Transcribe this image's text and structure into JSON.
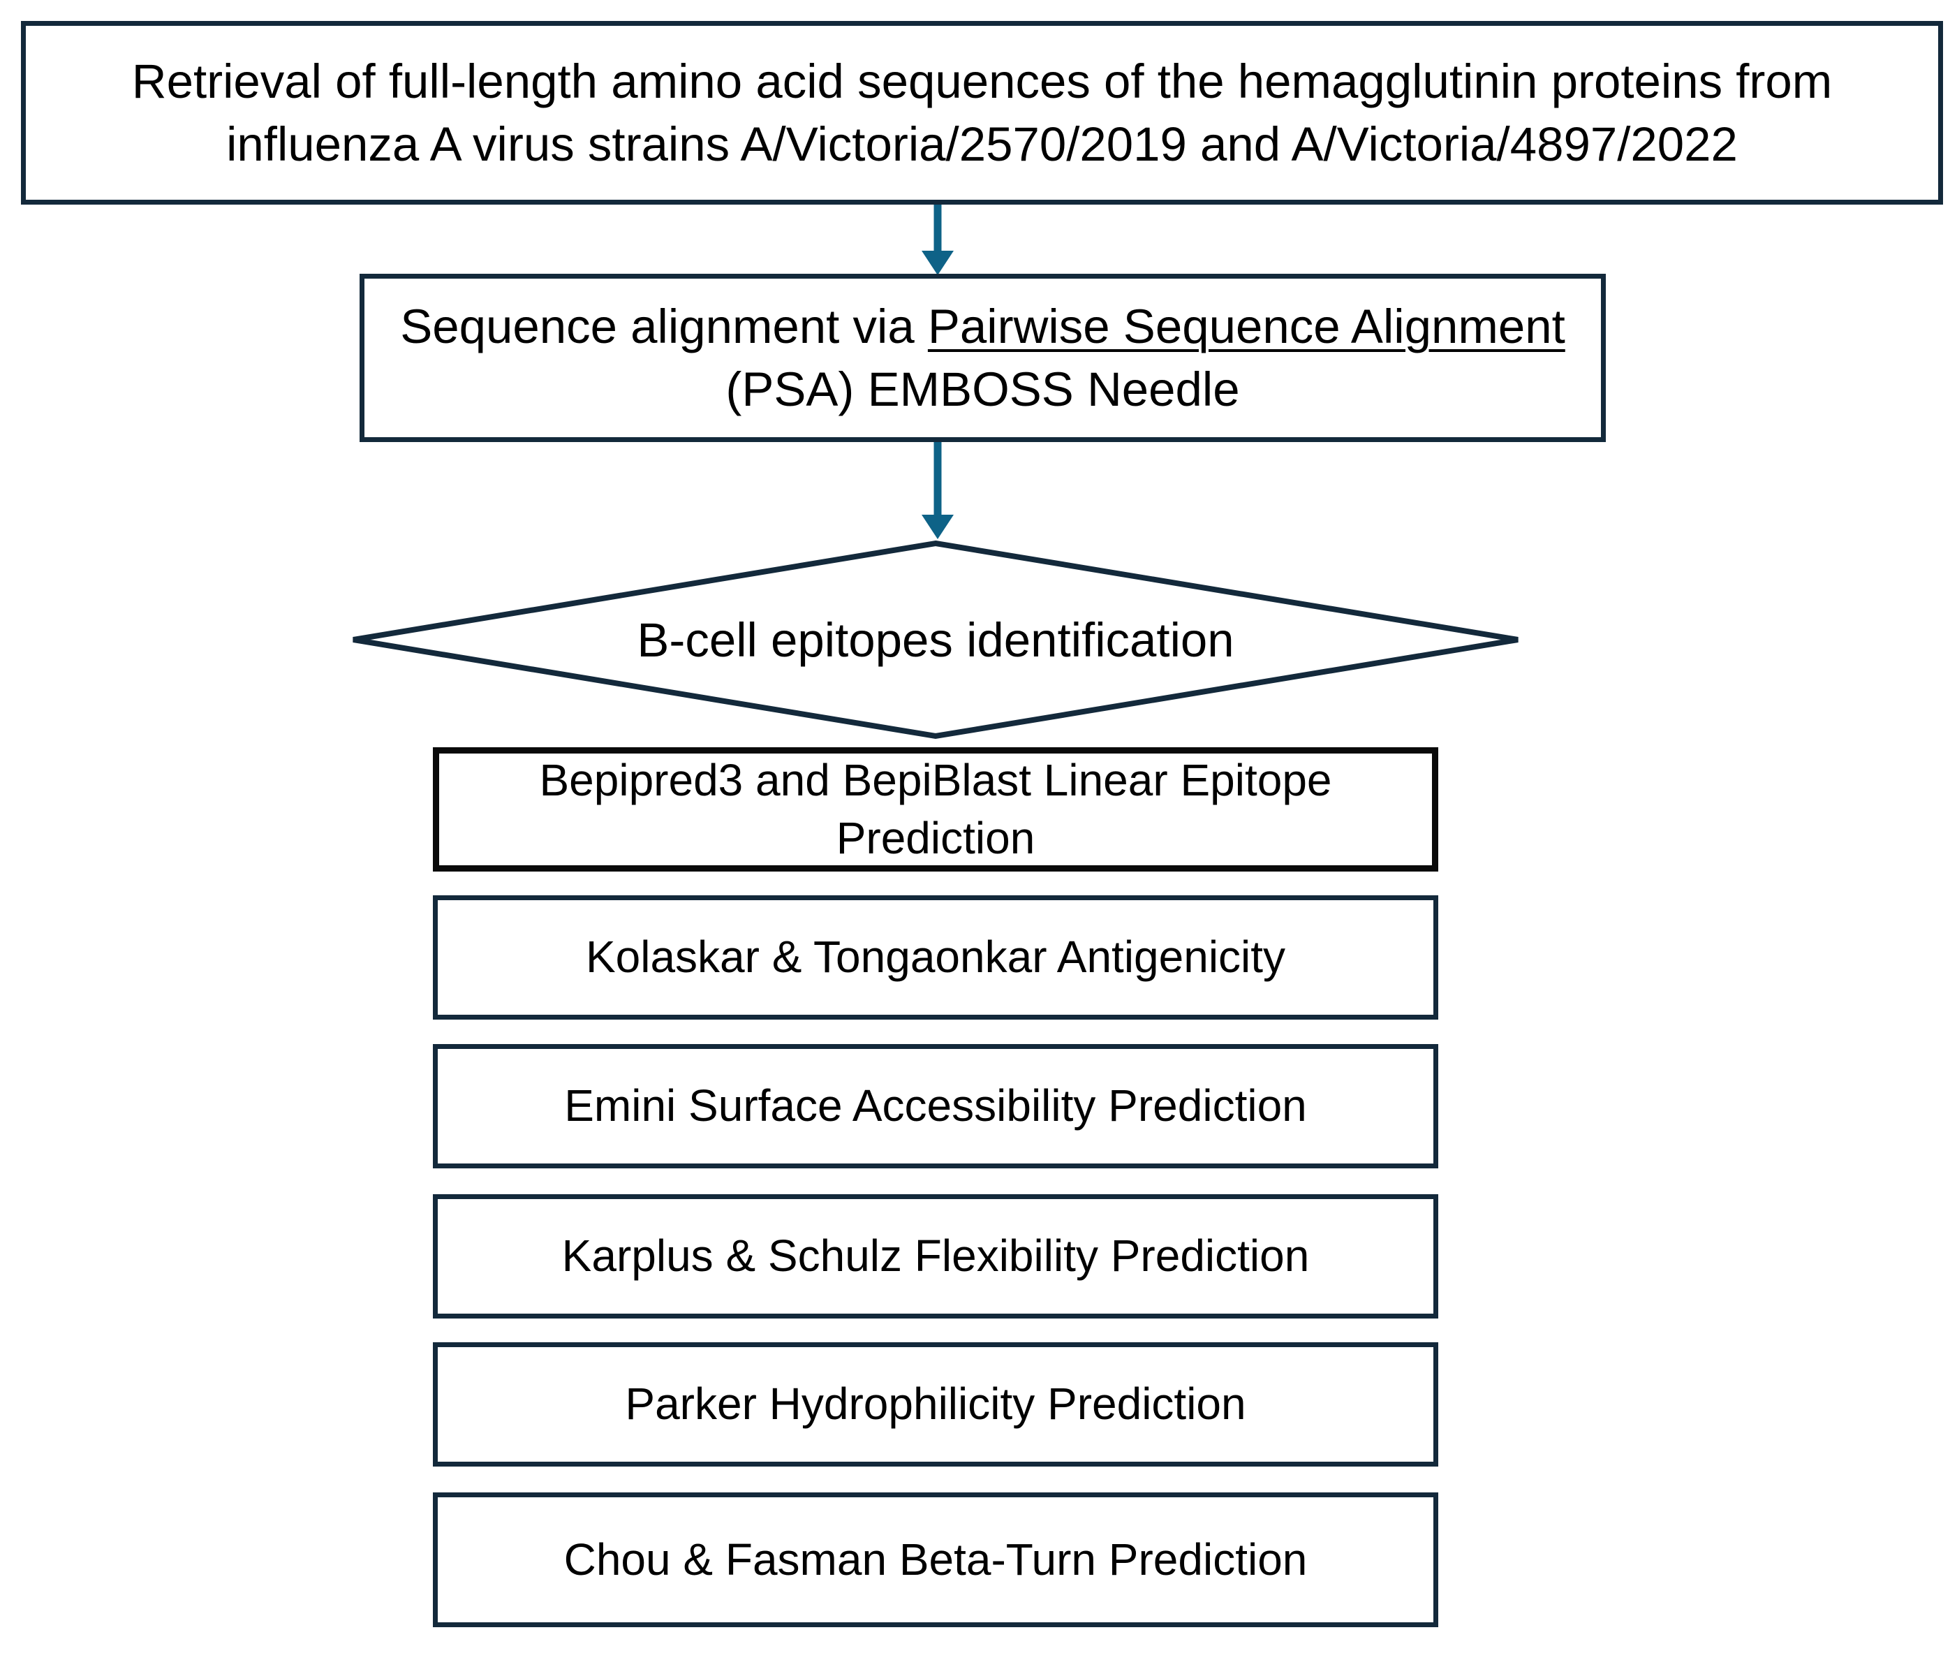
{
  "diagram": {
    "title": "B-cell epitope identification workflow",
    "colors": {
      "box_border_navy": "#13293B",
      "box_border_black": "#0a0a0a",
      "arrow": "#0E6287",
      "background": "#FFFFFF",
      "text": "#000000"
    },
    "nodes": {
      "retrieval": {
        "line1": "Retrieval of full-length amino acid sequences of the hemagglutinin proteins from influenza A virus",
        "line2": "strains A/Victoria/2570/2019 and A/Victoria/4897/2022"
      },
      "alignment": {
        "prefix": "Sequence alignment via ",
        "underlined": "Pairwise Sequence Alignment",
        "suffix": " (PSA)",
        "line2": "EMBOSS Needle"
      },
      "decision": {
        "label": "B-cell epitopes identification"
      }
    },
    "steps": [
      {
        "line1": "Bepipred3 and BepiBlast Linear Epitope",
        "line2": "Prediction"
      },
      {
        "line1": "Kolaskar & Tongaonkar Antigenicity",
        "line2": ""
      },
      {
        "line1": "Emini Surface Accessibility Prediction",
        "line2": ""
      },
      {
        "line1": "Karplus & Schulz Flexibility Prediction",
        "line2": ""
      },
      {
        "line1": "Parker Hydrophilicity Prediction",
        "line2": ""
      },
      {
        "line1": "Chou & Fasman Beta-Turn Prediction",
        "line2": ""
      }
    ],
    "connectors": [
      {
        "name": "retrieval-to-alignment"
      },
      {
        "name": "alignment-to-decision"
      }
    ]
  }
}
